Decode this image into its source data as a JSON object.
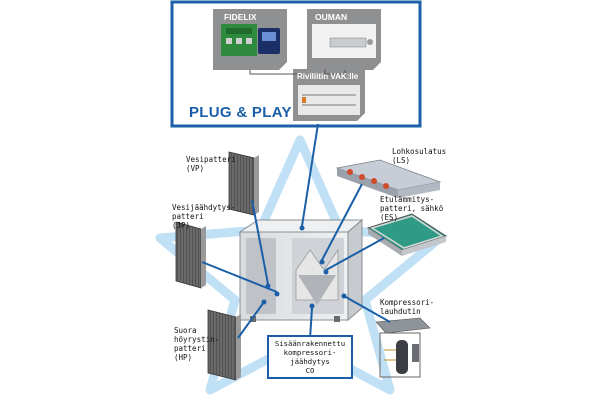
{
  "diagram": {
    "title": "PLUG & PLAY",
    "modules": {
      "fidelix": "FIDELIX",
      "duman": "OUMAN",
      "rivilitin": "Riviliitin VAK:lle"
    },
    "components": {
      "vp": {
        "name": "Vesipatteri",
        "code": "(VP)"
      },
      "jp": {
        "name": "Vesijäähdytys-\npatteri",
        "code": "(JP)"
      },
      "hp": {
        "name": "Suora\nhöyrystin-\npatteri",
        "code": "(HP)"
      },
      "ls": {
        "name": "Lohkosulatus",
        "code": "(LS)"
      },
      "es": {
        "name": "Etulämmitys-\npatteri, sähkö",
        "code": "(ES)"
      },
      "kl": {
        "name": "Kompressori-\nlauhdutin",
        "code": ""
      },
      "co": {
        "name": "Sisäänrakennettu\nkompressori-\njäähdytys",
        "code": "CO"
      }
    },
    "colors": {
      "accent": "#1a5fa8",
      "star": "#bfe0f5",
      "module_gray": "#8f9092",
      "coil_teal": "#2f9a86"
    }
  }
}
